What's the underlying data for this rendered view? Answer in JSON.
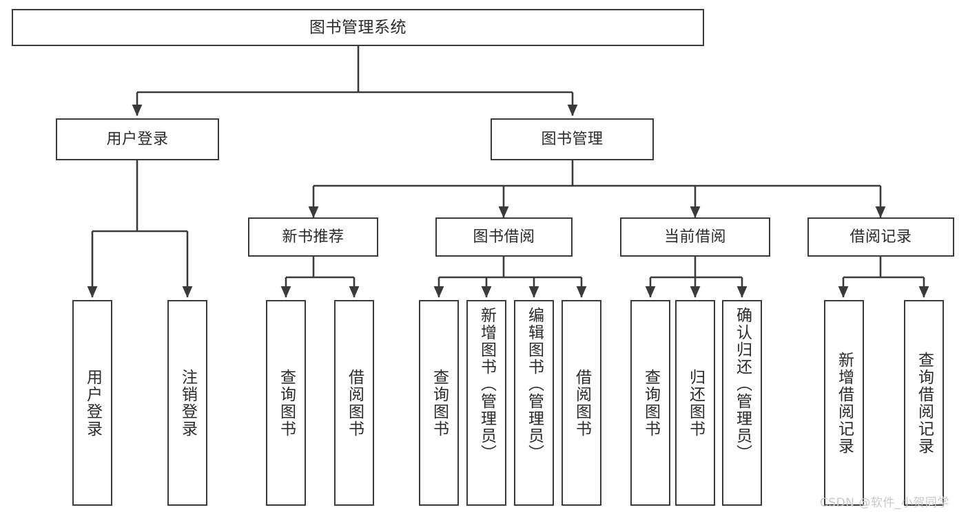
{
  "diagram": {
    "title": "图书管理系统",
    "type": "tree",
    "stroke_color": "#3a3a3a",
    "fill_color": "#ffffff",
    "text_color": "#2b2b2b",
    "watermark": {
      "text": "CSDN @软件_小贺同学",
      "color": "#c9c9c9"
    },
    "nodes": {
      "root": {
        "label": "图书管理系统"
      },
      "level1": [
        {
          "id": "user-login",
          "label": "用户登录"
        },
        {
          "id": "book-manage",
          "label": "图书管理"
        }
      ],
      "level2": [
        {
          "id": "new-book-rec",
          "label": "新书推荐"
        },
        {
          "id": "book-borrow",
          "label": "图书借阅"
        },
        {
          "id": "current-borrow",
          "label": "当前借阅"
        },
        {
          "id": "borrow-record",
          "label": "借阅记录"
        }
      ],
      "leaves": {
        "user_login": [
          {
            "id": "leaf-user-login",
            "label": "用户登录"
          },
          {
            "id": "leaf-logout",
            "label": "注销登录"
          }
        ],
        "new_book_rec": [
          {
            "id": "leaf-query-book-1",
            "label": "查询图书"
          },
          {
            "id": "leaf-borrow-book-1",
            "label": "借阅图书"
          }
        ],
        "book_borrow": [
          {
            "id": "leaf-query-book-2",
            "label": "查询图书"
          },
          {
            "id": "leaf-add-book",
            "label": "新增图书（管理员）"
          },
          {
            "id": "leaf-edit-book",
            "label": "编辑图书（管理员）"
          },
          {
            "id": "leaf-borrow-book-2",
            "label": "借阅图书"
          }
        ],
        "current_borrow": [
          {
            "id": "leaf-query-book-3",
            "label": "查询图书"
          },
          {
            "id": "leaf-return-book",
            "label": "归还图书"
          },
          {
            "id": "leaf-confirm-return",
            "label": "确认归还（管理员）"
          }
        ],
        "borrow_record": [
          {
            "id": "leaf-add-record",
            "label": "新增借阅记录"
          },
          {
            "id": "leaf-query-record",
            "label": "查询借阅记录"
          }
        ]
      }
    }
  }
}
